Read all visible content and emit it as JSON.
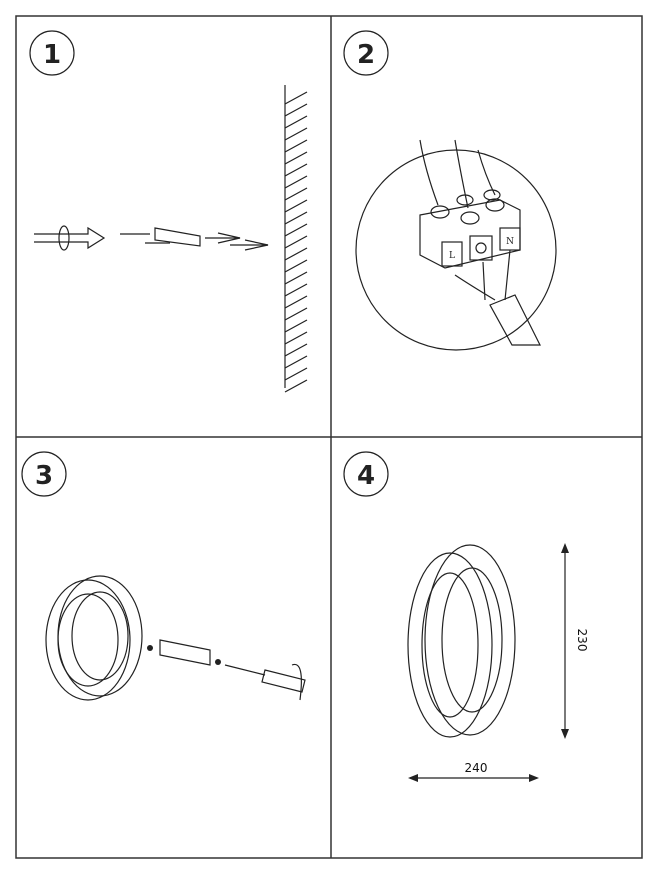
{
  "steps": [
    {
      "number": "1"
    },
    {
      "number": "2",
      "terminals": [
        "L",
        "N"
      ]
    },
    {
      "number": "3"
    },
    {
      "number": "4",
      "dimensions": {
        "width": "240",
        "height": "230"
      }
    }
  ],
  "colors": {
    "line": "#222222",
    "background": "#ffffff"
  }
}
